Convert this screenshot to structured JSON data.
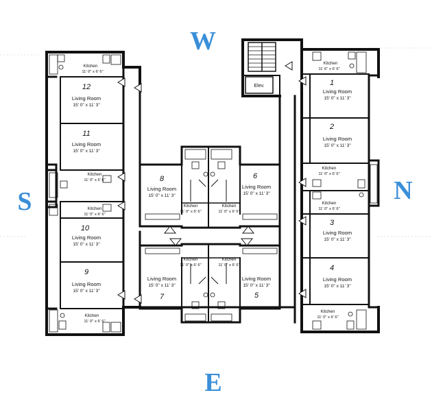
{
  "compass": {
    "west": "W",
    "south": "S",
    "north": "N",
    "east": "E",
    "color": "#3a8fd8"
  },
  "elevator": "Elev.",
  "west_wing": {
    "unit_12": {
      "number": "12",
      "living": "Living Room",
      "living_dim": "15' 0\" x 11' 3\"",
      "kitchen": "Kitchen",
      "kitchen_dim": "11' 0\" x 6' 6\""
    },
    "unit_11": {
      "number": "11",
      "living": "Living Room",
      "living_dim": "15' 0\" x 11' 3\"",
      "kitchen": "Kitchen",
      "kitchen_dim": "11' 0\" x 6' 6\""
    },
    "unit_10": {
      "number": "10",
      "living": "Living Room",
      "living_dim": "15' 0\" x 11' 3\"",
      "kitchen": "Kitchen",
      "kitchen_dim": "11' 0\" x 6' 6\""
    },
    "unit_9": {
      "number": "9",
      "living": "Living Room",
      "living_dim": "15' 0\" x 11' 3\"",
      "kitchen": "Kitchen",
      "kitchen_dim": "11' 0\" x 6' 6\""
    }
  },
  "center": {
    "unit_8": {
      "number": "8",
      "living": "Living Room",
      "living_dim": "15' 0\" x 11' 3\"",
      "kitchen": "Kitchen",
      "kitchen_dim": "11' 0\" x 6' 6\""
    },
    "unit_6": {
      "number": "6",
      "living": "Living Room",
      "living_dim": "15' 0\" x 11' 3\"",
      "kitchen": "Kitchen",
      "kitchen_dim": "11' 0\" x 6' 6\""
    },
    "unit_7": {
      "number": "7",
      "living": "Living Room",
      "living_dim": "15' 0\" x 11' 3\"",
      "kitchen": "Kitchen",
      "kitchen_dim": "11' 0\" x 6' 6\""
    },
    "unit_5": {
      "number": "5",
      "living": "Living Room",
      "living_dim": "15' 0\" x 11' 3\"",
      "kitchen": "Kitchen",
      "kitchen_dim": "11' 0\" x 6' 6\""
    }
  },
  "east_wing": {
    "unit_1": {
      "number": "1",
      "living": "Living Room",
      "living_dim": "15' 0\" x 11' 3\"",
      "kitchen": "Kitchen",
      "kitchen_dim": "11' 6\" x 6' 6\""
    },
    "unit_2": {
      "number": "2",
      "living": "Living Room",
      "living_dim": "15' 0\" x 11' 3\"",
      "kitchen": "Kitchen",
      "kitchen_dim": "11' 0\" x 6' 6\""
    },
    "unit_3": {
      "number": "3",
      "living": "Living Room",
      "living_dim": "15' 0\" x 11' 3\"",
      "kitchen": "Kitchen",
      "kitchen_dim": "11' 0\" x 6' 6\""
    },
    "unit_4": {
      "number": "4",
      "living": "Living Room",
      "living_dim": "15' 0\" x 11' 3\"",
      "kitchen": "Kitchen",
      "kitchen_dim": "11' 0\" x 6' 6\""
    }
  }
}
